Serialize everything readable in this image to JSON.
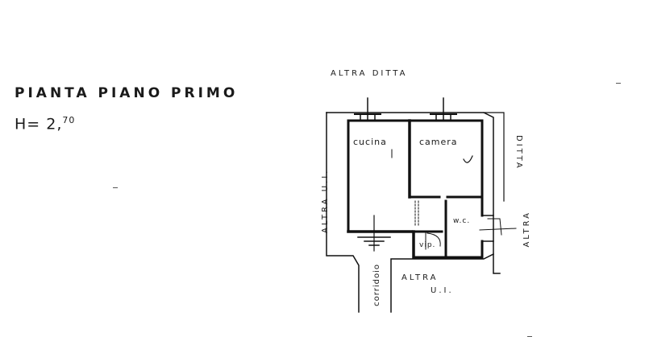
{
  "title": "PIANTA PIANO PRIMO",
  "height": {
    "prefix": "H= 2,",
    "sup": "70"
  },
  "labels": {
    "top": "ALTRA DITTA",
    "left": "ALTRA U.I.",
    "right_top": "DITTA",
    "right_bottom": "ALTRA",
    "bottom_altra": "ALTRA",
    "bottom_ui": "U.I.",
    "corridor": "corridoio"
  },
  "rooms": {
    "cucina": "cucina",
    "camera": "camera",
    "wc": "w.c.",
    "vip": "vip."
  }
}
